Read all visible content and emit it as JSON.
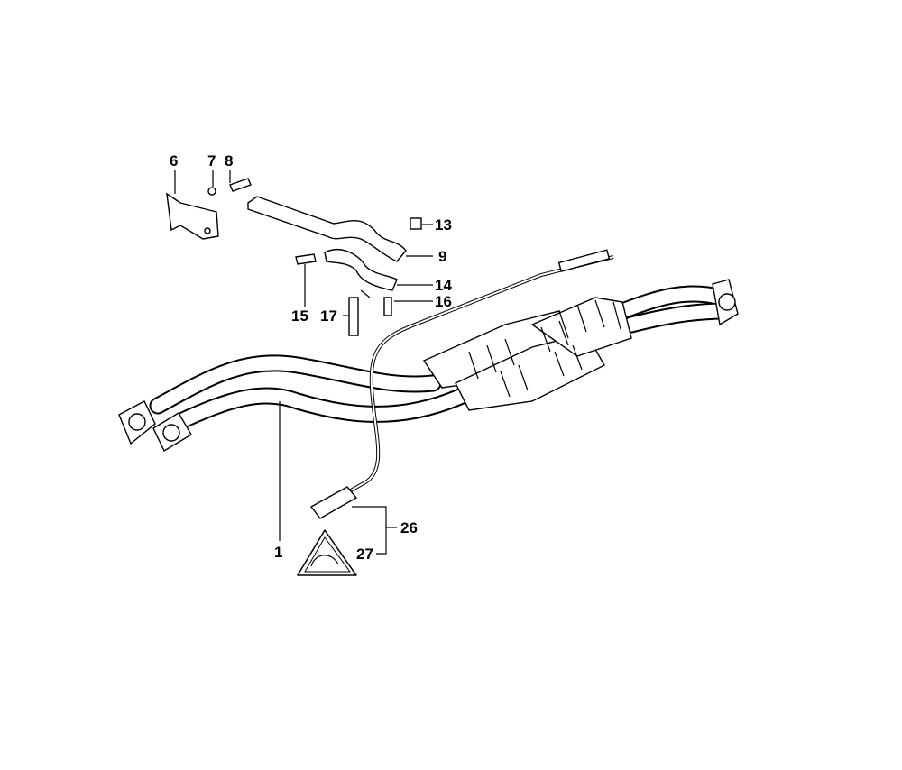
{
  "diagram": {
    "callouts": {
      "c6": "6",
      "c7": "7",
      "c8": "8",
      "c13": "13",
      "c9": "9",
      "c14": "14",
      "c16": "16",
      "c15": "15",
      "c17": "17",
      "c1": "1",
      "c26": "26",
      "c27": "27"
    }
  }
}
